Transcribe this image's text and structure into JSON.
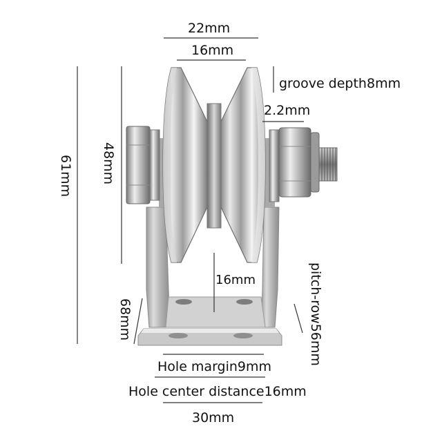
{
  "diagram": {
    "dimensions": {
      "wheel_width": "22mm",
      "groove_width": "16mm",
      "groove_depth": "groove depth8mm",
      "flange": "2.2mm",
      "total_height": "61mm",
      "wheel_diameter": "48mm",
      "axle_height": "16mm",
      "bracket_height": "68mm",
      "pitch_row": "pitch-row56mm",
      "hole_margin": "Hole margin9mm",
      "hole_center_distance": "Hole center distance16mm",
      "base_width": "30mm"
    },
    "colors": {
      "steel_light": "#f2f2f2",
      "steel_mid": "#b9b9b9",
      "steel_dark": "#6e6e6e",
      "line": "#333333"
    }
  }
}
